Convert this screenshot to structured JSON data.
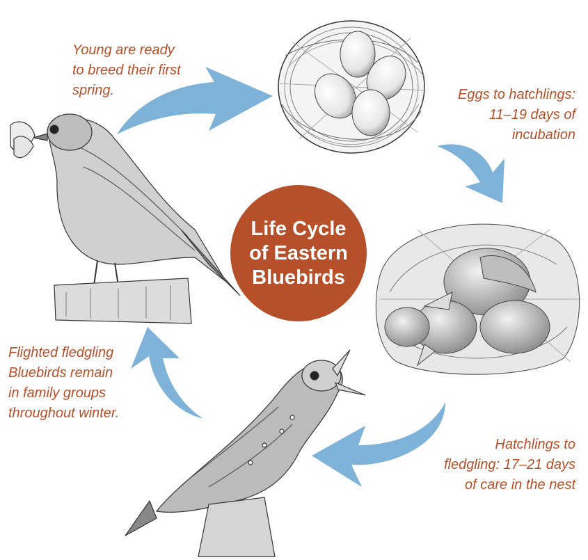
{
  "title_lines": [
    "Life Cycle",
    "of Eastern",
    "Bluebirds"
  ],
  "stages": [
    {
      "id": "adult",
      "caption_lines": [
        "Young are ready",
        "to breed their first",
        "spring."
      ]
    },
    {
      "id": "eggs",
      "caption_lines": [
        "Eggs to hatchlings:",
        "11–19 days of",
        "incubation"
      ]
    },
    {
      "id": "hatchlings",
      "caption_lines": [
        "Hatchlings to",
        "fledgling: 17–21 days",
        "of care in the nest"
      ]
    },
    {
      "id": "fledgling",
      "caption_lines": [
        "Flighted fledgling",
        "Bluebirds remain",
        "in family groups",
        "throughout winter."
      ]
    }
  ],
  "colors": {
    "accent": "#b5502a",
    "arrow": "#7fb2d8",
    "sketch": "#4a4a4a"
  },
  "icons": [
    "adult-bluebird-sketch",
    "nest-with-eggs-sketch",
    "hatchlings-in-nest-sketch",
    "fledgling-bird-sketch",
    "cycle-arrow"
  ]
}
